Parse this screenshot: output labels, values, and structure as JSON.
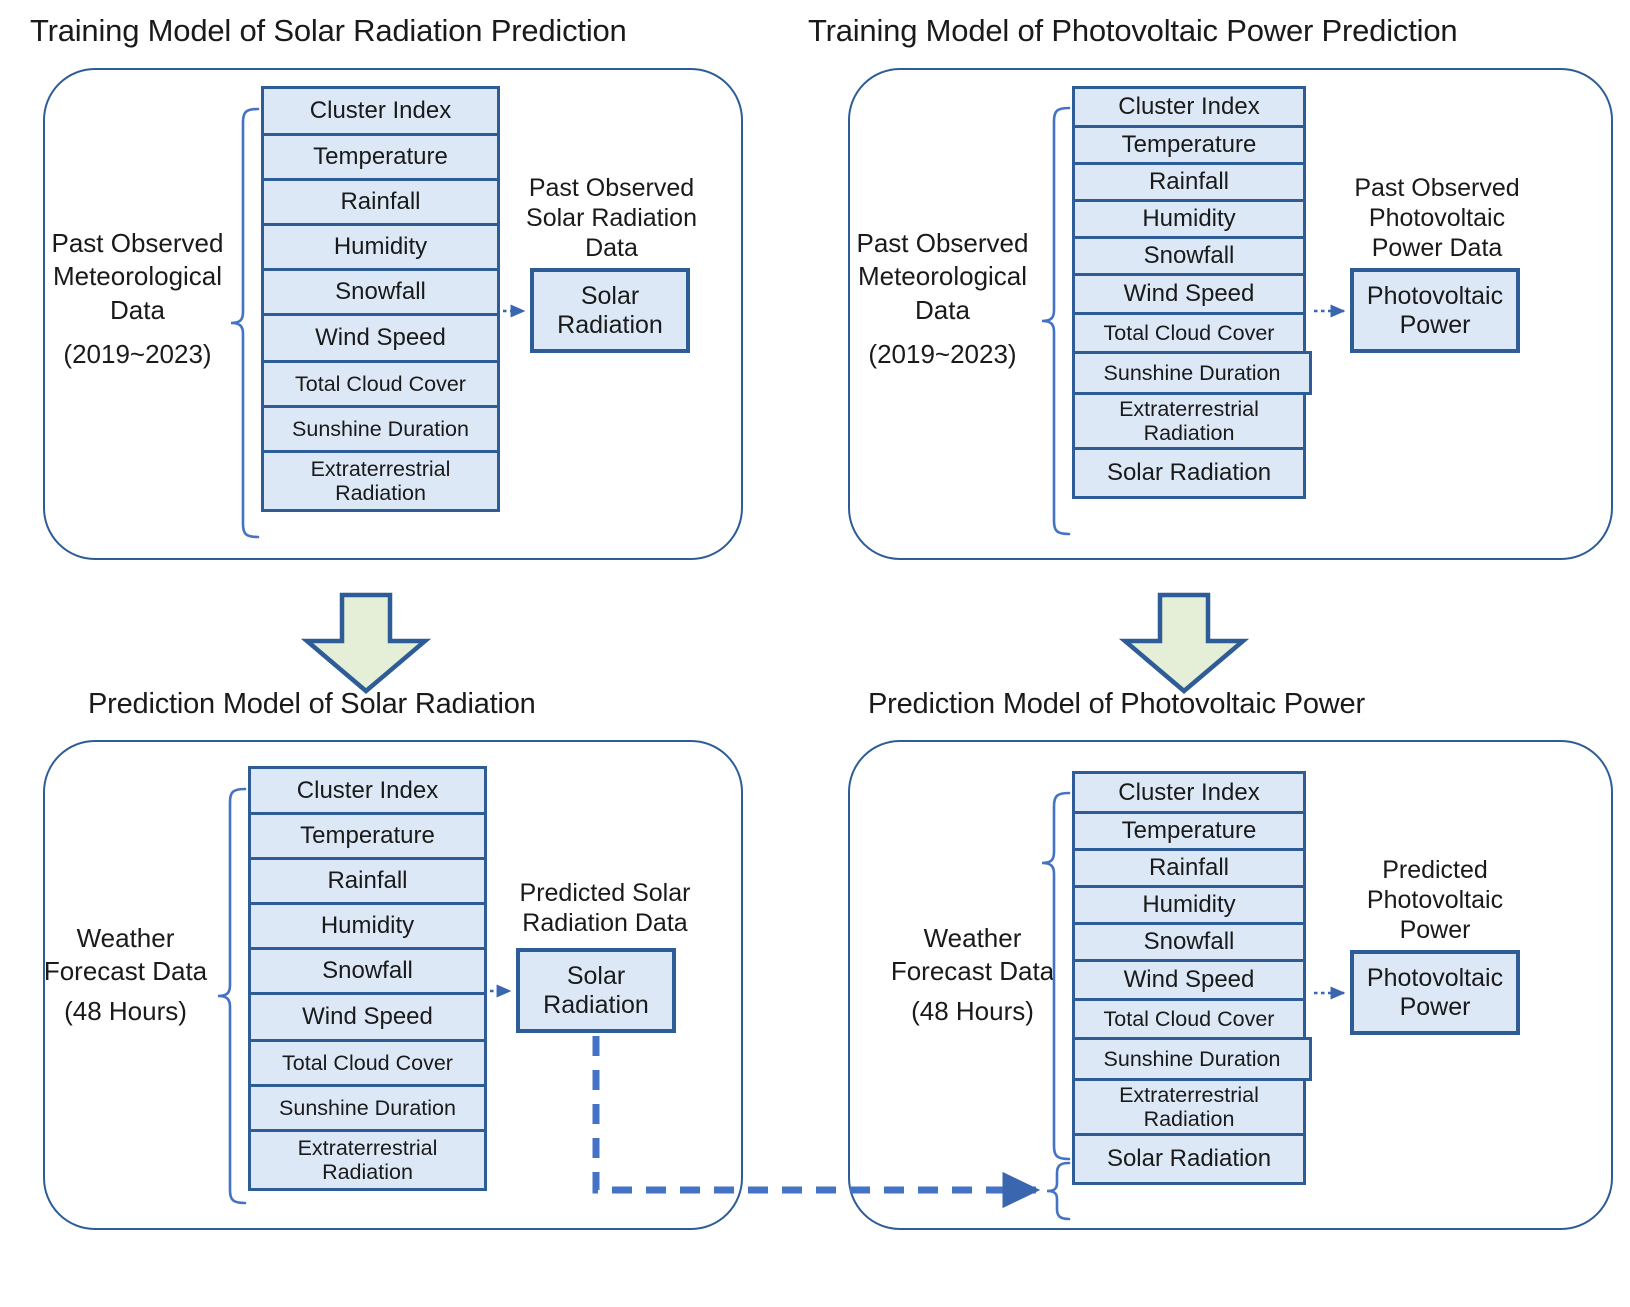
{
  "colors": {
    "box_fill": "#DCE8F6",
    "box_border": "#2E5C96",
    "container_border": "#2E5C96",
    "connector_blue": "#4472C4",
    "arrow_fill": "#E5EFD7",
    "arrow_border": "#2E5C96",
    "text": "#1a1a1a"
  },
  "panels": {
    "train_solar": {
      "title": "Training Model of Solar Radiation Prediction",
      "input_label": "Past Observed\nMeteorological\nData",
      "input_sublabel": "(2019~2023)",
      "features": [
        "Cluster Index",
        "Temperature",
        "Rainfall",
        "Humidity",
        "Snowfall",
        "Wind Speed",
        "Total Cloud Cover",
        "Sunshine Duration",
        "Extraterrestrial\nRadiation"
      ],
      "output_label": "Past Observed\nSolar Radiation\nData",
      "output_box": "Solar\nRadiation"
    },
    "train_pv": {
      "title": "Training Model of Photovoltaic Power Prediction",
      "input_label": "Past Observed\nMeteorological\nData",
      "input_sublabel": "(2019~2023)",
      "features": [
        "Cluster Index",
        "Temperature",
        "Rainfall",
        "Humidity",
        "Snowfall",
        "Wind Speed",
        "Total Cloud Cover",
        "Sunshine Duration",
        "Extraterrestrial\nRadiation",
        "Solar Radiation"
      ],
      "output_label": "Past Observed\nPhotovoltaic\nPower Data",
      "output_box": "Photovoltaic\nPower"
    },
    "pred_solar": {
      "title": "Prediction Model of Solar Radiation",
      "input_label": "Weather\nForecast Data",
      "input_sublabel": "(48 Hours)",
      "features": [
        "Cluster Index",
        "Temperature",
        "Rainfall",
        "Humidity",
        "Snowfall",
        "Wind Speed",
        "Total Cloud Cover",
        "Sunshine Duration",
        "Extraterrestrial\nRadiation"
      ],
      "output_label": "Predicted Solar\nRadiation Data",
      "output_box": "Solar\nRadiation"
    },
    "pred_pv": {
      "title": "Prediction Model of Photovoltaic Power",
      "input_label": "Weather\nForecast Data",
      "input_sublabel": "(48 Hours)",
      "features": [
        "Cluster Index",
        "Temperature",
        "Rainfall",
        "Humidity",
        "Snowfall",
        "Wind Speed",
        "Total Cloud Cover",
        "Sunshine Duration",
        "Extraterrestrial\nRadiation",
        "Solar Radiation"
      ],
      "output_label": "Predicted\nPhotovoltaic\nPower",
      "output_box": "Photovoltaic\nPower"
    }
  },
  "connectors": {
    "down_arrow_left": "down-block-arrow",
    "down_arrow_right": "down-block-arrow",
    "feedback": "predicted-solar-radiation-to-pv-input"
  }
}
